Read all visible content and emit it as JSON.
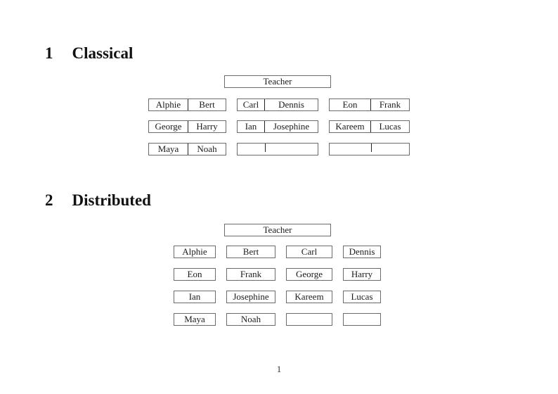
{
  "page": {
    "number": "1",
    "background_color": "#ffffff",
    "box_border_color": "#6b6b6b",
    "divider_color": "#222222",
    "text_color": "#1b1b1b"
  },
  "sections": [
    {
      "number": "1",
      "title": "Classical"
    },
    {
      "number": "2",
      "title": "Distributed"
    }
  ],
  "classical": {
    "teacher_label": "Teacher",
    "desks": [
      {
        "left": "Alphie",
        "right": "Bert"
      },
      {
        "left": "Carl",
        "right": "Dennis"
      },
      {
        "left": "Eon",
        "right": "Frank"
      },
      {
        "left": "George",
        "right": "Harry"
      },
      {
        "left": "Ian",
        "right": "Josephine"
      },
      {
        "left": "Kareem",
        "right": "Lucas"
      },
      {
        "left": "Maya",
        "right": "Noah"
      },
      {
        "left": "",
        "right": ""
      },
      {
        "left": "",
        "right": ""
      }
    ]
  },
  "distributed": {
    "teacher_label": "Teacher",
    "seats": [
      "Alphie",
      "Bert",
      "Carl",
      "Dennis",
      "Eon",
      "Frank",
      "George",
      "Harry",
      "Ian",
      "Josephine",
      "Kareem",
      "Lucas",
      "Maya",
      "Noah",
      "",
      ""
    ]
  }
}
